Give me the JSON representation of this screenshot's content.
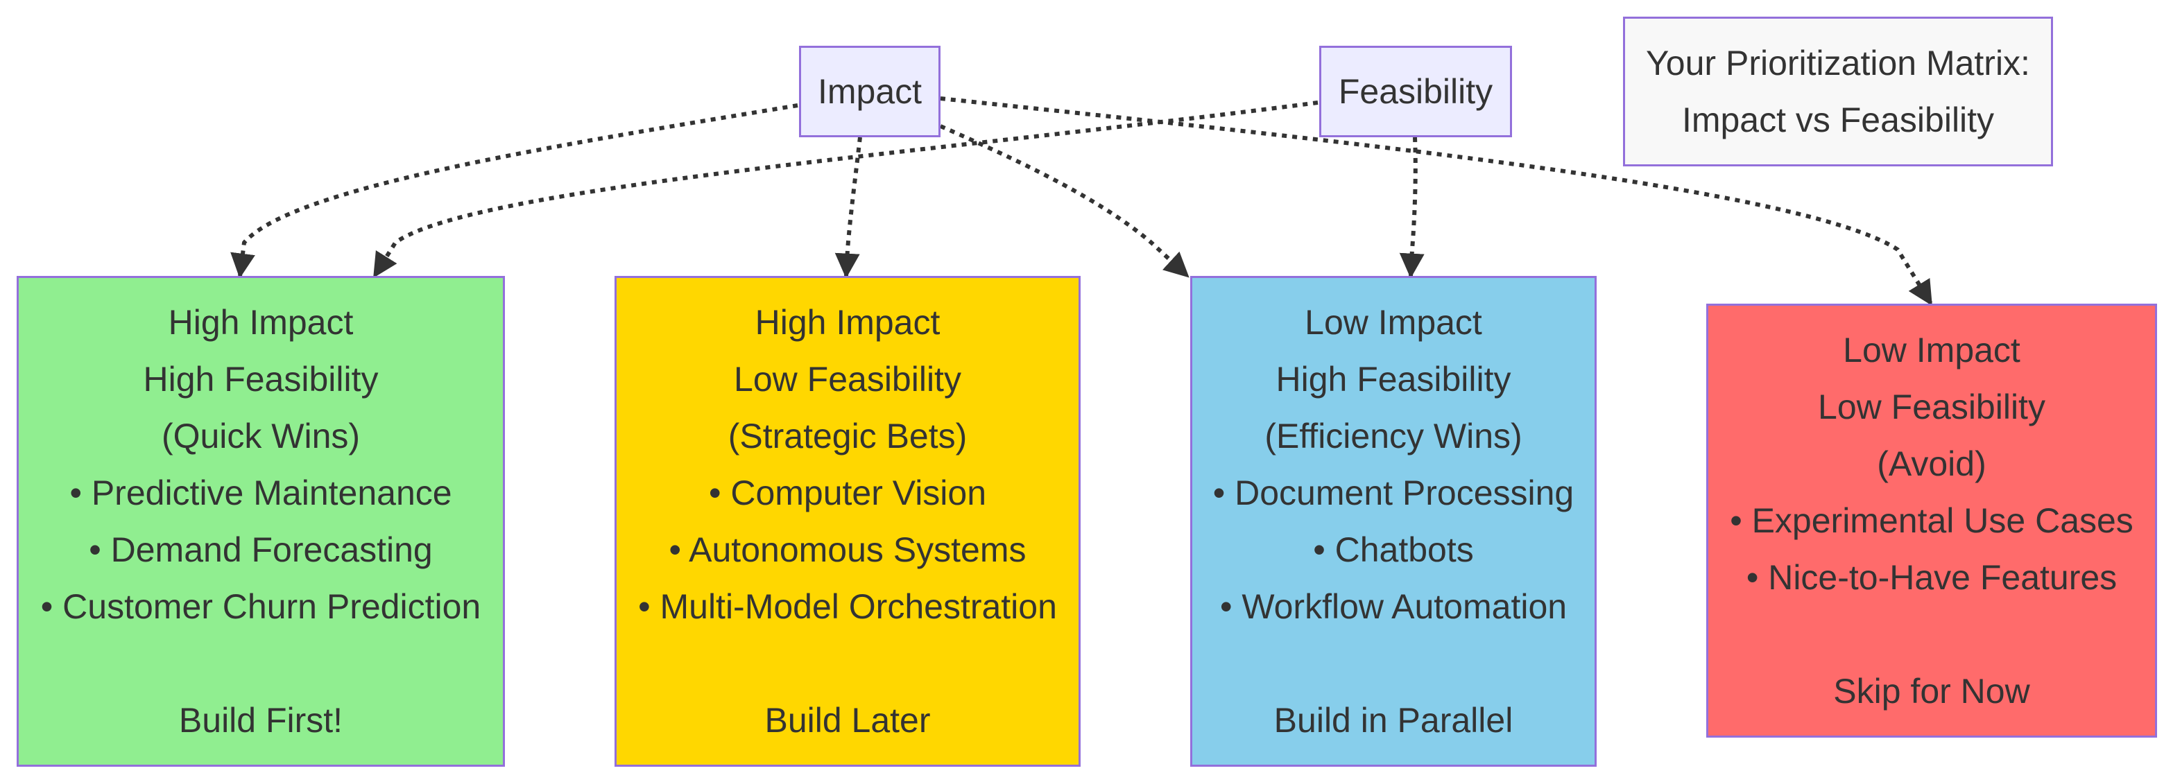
{
  "nodes": {
    "impact": {
      "label": "Impact"
    },
    "feasibility": {
      "label": "Feasibility"
    },
    "title_note": {
      "lines": [
        "Your Prioritization Matrix:",
        "Impact vs Feasibility"
      ]
    },
    "quick_wins": {
      "lines": [
        "High Impact",
        "High Feasibility",
        "(Quick Wins)",
        "• Predictive Maintenance",
        "• Demand Forecasting",
        "• Customer Churn Prediction"
      ],
      "action": "Build First!",
      "color": "#90ee90"
    },
    "strategic_bets": {
      "lines": [
        "High Impact",
        "Low Feasibility",
        "(Strategic Bets)",
        "• Computer Vision",
        "• Autonomous Systems",
        "• Multi-Model Orchestration"
      ],
      "action": "Build Later",
      "color": "#ffd700"
    },
    "efficiency_wins": {
      "lines": [
        "Low Impact",
        "High Feasibility",
        "(Efficiency Wins)",
        "• Document Processing",
        "• Chatbots",
        "• Workflow Automation"
      ],
      "action": "Build in Parallel",
      "color": "#87ceeb"
    },
    "avoid": {
      "lines": [
        "Low Impact",
        "Low Feasibility",
        "(Avoid)",
        "• Experimental Use Cases",
        "• Nice-to-Have Features"
      ],
      "action": "Skip for Now",
      "color": "#ff6b6b"
    }
  },
  "colors": {
    "node_border": "#9370db",
    "small_node_fill": "#ececff",
    "note_fill": "#f8f8f8",
    "edge": "#333333"
  }
}
